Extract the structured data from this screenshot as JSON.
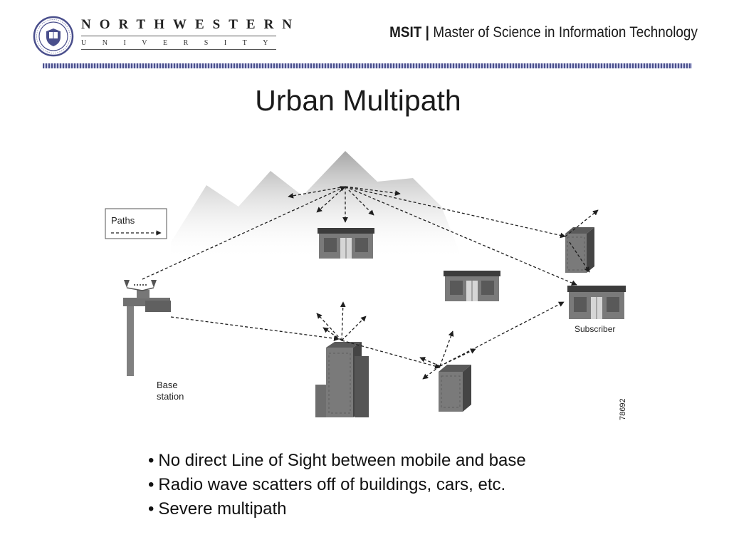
{
  "header": {
    "university_name": "NORTHWESTERN",
    "university_sub": "UNIVERSITY",
    "program_abbr": "MSIT",
    "program_sep": "|",
    "program_name": "Master of Science in Information Technology"
  },
  "slide": {
    "title": "Urban Multipath",
    "bullets": [
      "No direct Line of Sight between mobile and base",
      "Radio wave scatters off of buildings, cars, etc.",
      "Severe multipath"
    ]
  },
  "diagram": {
    "legend_label": "Paths",
    "base_station_label_line1": "Base",
    "base_station_label_line2": "station",
    "subscriber_label": "Subscriber",
    "figure_id": "78692"
  },
  "colors": {
    "band_dark": "#4a4f8c",
    "band_light": "#c5c8e4",
    "building": "#7a7a7a",
    "roof": "#3c3c3c"
  },
  "icons": [
    "university-seal-icon",
    "arrow-right-icon",
    "antenna-icon",
    "building-icon",
    "house-icon"
  ]
}
